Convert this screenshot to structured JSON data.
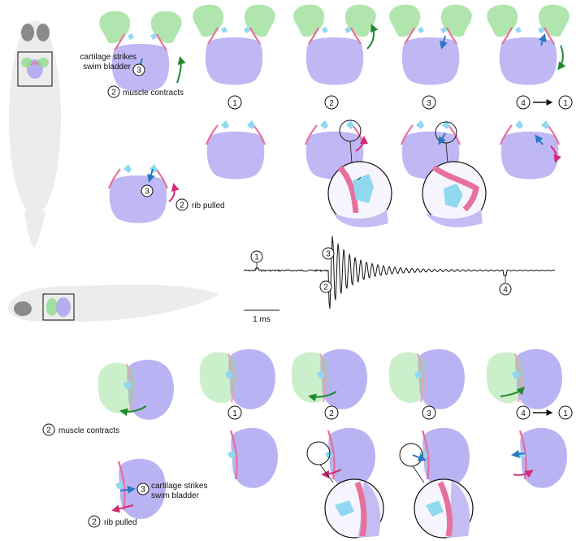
{
  "labels": {
    "cartilage_strikes_line1": "cartilage strikes",
    "cartilage_strikes_line2": "swim bladder",
    "muscle_contracts": "muscle contracts",
    "rib_pulled": "rib pulled",
    "scale_bar": "1 ms"
  },
  "steps": {
    "s1": "1",
    "s2": "2",
    "s3": "3",
    "s4": "4"
  },
  "colors": {
    "muscle_green": "#8fdc8c",
    "bladder_purple": "#a9a0f0",
    "cartilage_blue": "#8fd8ef",
    "rib_pink": "#e8709c",
    "arrow_green": "#1f8a2e",
    "arrow_blue": "#2a78c4",
    "arrow_magenta": "#d42a7a",
    "trace": "#111111"
  }
}
